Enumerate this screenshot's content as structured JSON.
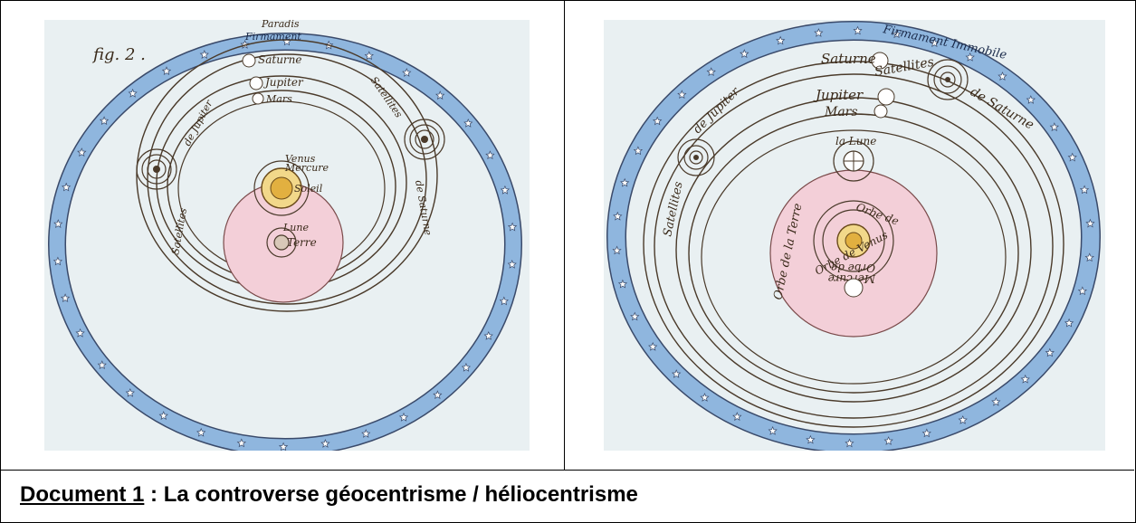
{
  "left_diagram": {
    "fig_label": "fig. 2 .",
    "labels": {
      "paradis": "Paradis",
      "firmament": "Firmament",
      "saturne": "Saturne",
      "jupiter": "Jupiter",
      "mars": "Mars",
      "venus": "Venus",
      "mercure": "Mercure",
      "soleil": "Soleil",
      "lune": "Lune",
      "terre": "Terre",
      "satellites": "Satellites",
      "de_jupiter": "de Jupiter",
      "satellites_right": "Satellites",
      "de_saturne": "de Saturne"
    }
  },
  "right_diagram": {
    "labels": {
      "firmament": "Firmament Immobile",
      "saturne": "Saturne",
      "satellites_top": "Satellites",
      "de_saturne": "de Saturne",
      "jupiter": "Jupiter",
      "mars": "Mars",
      "satellites_left": "Satellites",
      "de_jupiter": "de Jupiter",
      "la_lune": "la Lune",
      "orbe_de": "Orbe de",
      "orbe_de_la_terre": "Orbe de la Terre",
      "orbe_de_mercure": "Orbe de",
      "mercure": "Mercure",
      "orbe_de_venus": "Orbe de Venus"
    }
  },
  "caption": {
    "doc": "Document 1",
    "text": " : La controverse géocentrisme / héliocentrisme"
  }
}
